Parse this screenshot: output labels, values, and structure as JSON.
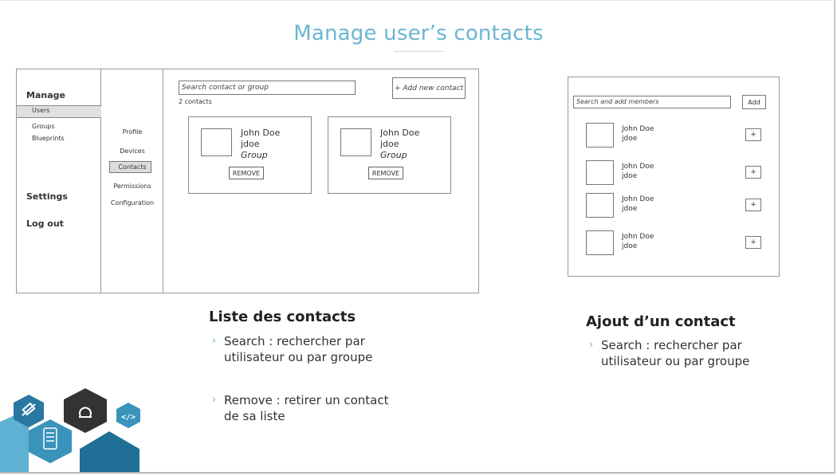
{
  "title": "Manage user’s contacts",
  "contacts_wireframe": {
    "nav": {
      "manage": "Manage",
      "users": "Users",
      "groups": "Groups",
      "blueprints": "Blueprints",
      "settings": "Settings",
      "logout": "Log out"
    },
    "subnav": {
      "profile": "Profile",
      "devices": "Devices",
      "contacts": "Contacts",
      "permissions": "Permissions",
      "configuration": "Configuration"
    },
    "search_placeholder": "Search contact or group",
    "add_contact": "+ Add new contact",
    "count": "2 contacts",
    "cards": [
      {
        "name": "John Doe",
        "username": "jdoe",
        "group": "Group",
        "remove": "REMOVE"
      },
      {
        "name": "John Doe",
        "username": "jdoe",
        "group": "Group",
        "remove": "REMOVE"
      }
    ]
  },
  "members_wireframe": {
    "search_placeholder": "Search and add members",
    "add": "Add",
    "members": [
      {
        "name": "John Doe",
        "username": "jdoe",
        "plus": "+"
      },
      {
        "name": "John Doe",
        "username": "jdoe",
        "plus": "+"
      },
      {
        "name": "John Doe",
        "username": "jdoe",
        "plus": "+"
      },
      {
        "name": "John Doe",
        "username": "jdoe",
        "plus": "+"
      }
    ]
  },
  "left_section": {
    "title": "Liste des contacts",
    "bullets": [
      {
        "line1": "Search : rechercher par",
        "line2": "utilisateur ou par groupe"
      },
      {
        "line1": "Remove : retirer un contact",
        "line2": "de sa liste"
      }
    ]
  },
  "right_section": {
    "title": "Ajout d’un contact",
    "bullets": [
      {
        "line1": "Search : rechercher par",
        "line2": "utilisateur ou par groupe"
      }
    ]
  },
  "bullet_mark": "›",
  "colors": {
    "title": "#6ab6d2",
    "hex_dark_blue": "#1f6f96",
    "hex_mid_blue": "#3a93bb",
    "hex_light_blue": "#5fb1d4",
    "hex_dark": "#333333"
  },
  "icons": [
    "satellite-icon",
    "loop-icon",
    "code-icon",
    "mobile-icon"
  ]
}
